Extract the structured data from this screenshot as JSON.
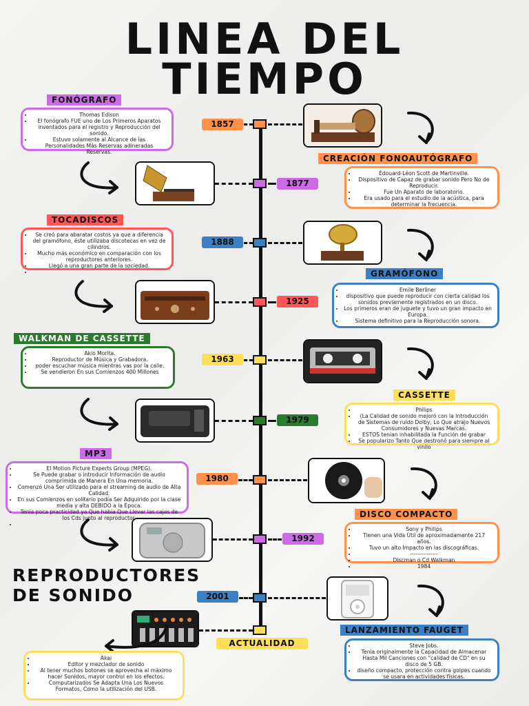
{
  "title": {
    "line1": "LINEA DEL",
    "line2": "TIEMPO"
  },
  "subtitle": {
    "line1": "REPRODUCTORES",
    "line2": "DE SONIDO"
  },
  "colors": {
    "orange": "#ff914d",
    "purple": "#cb6ce6",
    "blue": "#3b7fc4",
    "red": "#ff5757",
    "yellow": "#ffde59",
    "green": "#2c7a2e",
    "pink": "#ff5c8a"
  },
  "years": [
    "1857",
    "1877",
    "1888",
    "1925",
    "1963",
    "1979",
    "1980",
    "1992",
    "2001",
    "ACTUALIDAD"
  ],
  "events": {
    "fonografo": {
      "label": "FONÓGRAFO",
      "items": [
        "Thomas Edison",
        "El fonógrafo FUE uno de Los Primeros Aparatos inventados para el registro y Reproducción del sonido.",
        "Estuvo solamente al Alcance de las Personalidades Más Reservas adineradas Reservas."
      ]
    },
    "fonoautografo": {
      "label": "CREACIÓN FONOAUTÓGRAFO",
      "items": [
        "Édouard-Léon Scott de Martinville.",
        "Dispositivo de Capaz de grabar sonido Pero No de Reproducir.",
        "Fue Un Aparato de laboratorio.",
        "Era usado para el estudio de la acústica, para determinar la frecuencia."
      ]
    },
    "tocadiscos": {
      "label": "TOCADISCOS",
      "items": [
        "Se creó para abaratar costos ya que a diferencia del gramófono, éste utilizaba discotecas en vez de cilindros.",
        "Mucho más económico en comparación con los reproductores anteriores.",
        "Llegó a una gran parte de la sociedad.",
        ""
      ]
    },
    "gramofono": {
      "label": "GRAMÓFONO",
      "items": [
        "Emile Berliner",
        "dispositivo que puede reproducir con cierta calidad los sonidos previamente registrados en un disco.",
        "Los primeros eran de juguete y tuvo un gran impacto en Europa.",
        "Sistema definitivo para la Reproducción sonora."
      ]
    },
    "walkman": {
      "label": "WALKMAN DE CASSETTE",
      "items": [
        "Akio Morita.",
        "Reproductor de Música y Grabadora.",
        "poder escuchar música mientras vas por la calle.",
        "Se vendieron En sus Comienzos 400 Millones"
      ]
    },
    "cassette": {
      "label": "CASSETTE",
      "items": [
        "Philips",
        "(La Calidad de sonido mejoró con la Introducción de Sistemas de ruido Dolby, Lo Que atrajo Nuevos Consumidores y Nuevas Marcas.",
        "ESTOS tenían inhabilitada la Función de grabar",
        "Se popularizo Tanto Que destronó para siempre al vinilo"
      ]
    },
    "mp3": {
      "label": "MP3",
      "items": [
        "El Motion Picture Experts Group (MPEG).",
        "Se Puede grabar o introducir Información de audio comprimida de Manera En Una memoria.",
        "Comenzó Una Ser utilizado para el streaming de audio de Alta Calidad.",
        "En sus Comienzos en solitario podía Ser Adquirido por la clase media y alta DEBIDO a la Época.",
        "Tenía poca practicidad ya Que había Que Llevar las cajas de los Cds junto al reproductor.",
        ""
      ]
    },
    "disco": {
      "label": "DISCO COMPACTO",
      "items": [
        "Sony y Philips",
        "Tienen una Vida Útil de aproximadamente 217 años.",
        "Tuvo un alto Impacto en las discográficas.",
        "---------------",
        "Discman o Cd Walkman",
        "1984"
      ]
    },
    "lanzamiento": {
      "label": "LANZAMIENTO FAUGET",
      "items": [
        "Steve Jobs.",
        "Tenia originalmente la Capacidad de Almacenar Hasta Mil Canciones con \"calidad de CD\" en su disco de 5 GB.",
        "diseño compacto, protección contra golpes cuando se usara en actividades físicas."
      ]
    },
    "actualidad": {
      "items": [
        "Akai",
        "Editor y mezclador de sonido",
        "Al tener muchos botones se aprovecha al máximo hacer Sonidos, mayor control en los efectos.",
        "Computarizados Se Adapta Una Los Nuevos Formatos, Como la utilización del USB."
      ]
    }
  },
  "icons": [
    "phonautograph-icon",
    "gramophone-icon",
    "record-player-icon",
    "cassette-tape-icon",
    "walkman-icon",
    "cd-disc-icon",
    "discman-icon",
    "ipod-icon",
    "akai-mixer-icon",
    "curved-arrow-icon"
  ]
}
